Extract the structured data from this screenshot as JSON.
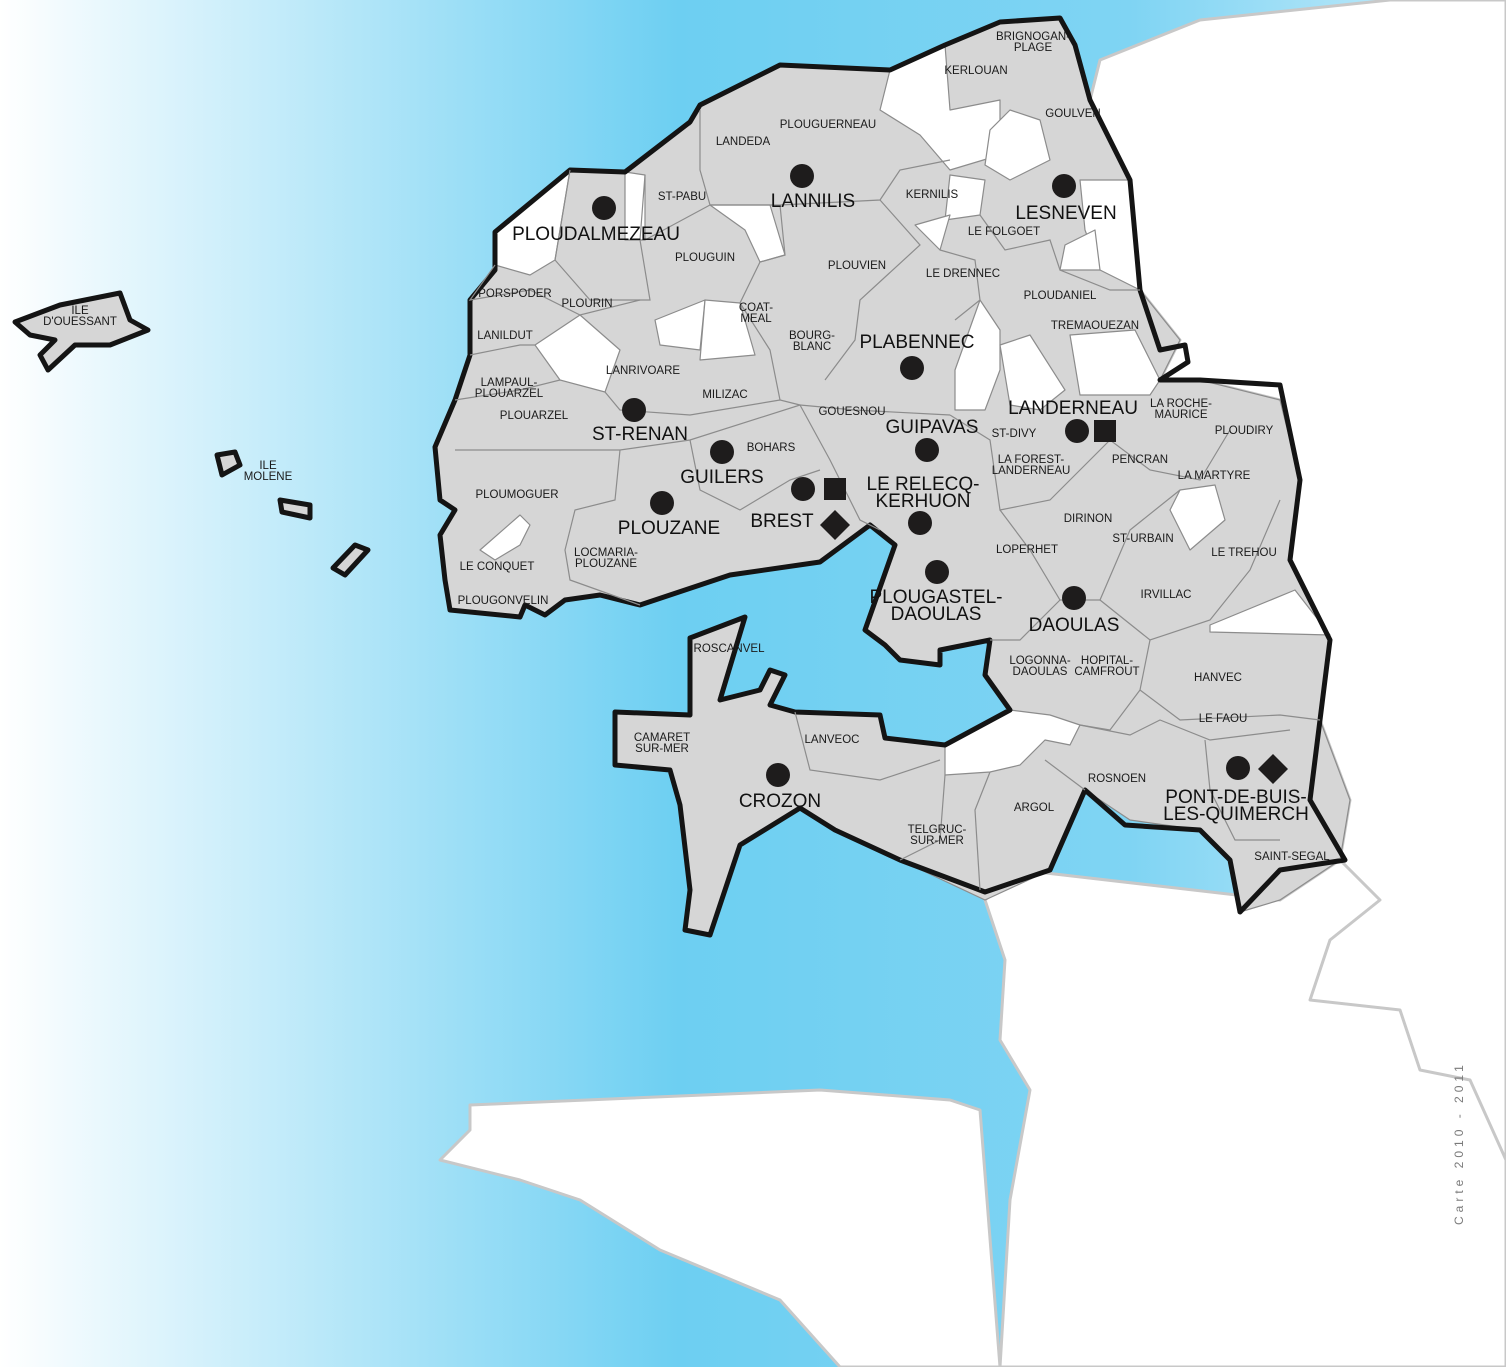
{
  "credit": "Carte 2010 - 2011",
  "colors": {
    "sea_light": "#ffffff",
    "sea_deep": "#6dcff2",
    "commune_fill": "#d6d6d6",
    "outline": "#141414",
    "marker": "#1e1c1c"
  },
  "communes": [
    {
      "name": "BRIGNOGAN-PLAGE",
      "lines": [
        "BRIGNOGAN-",
        "PLAGE"
      ],
      "size": "small"
    },
    {
      "name": "KERLOUAN",
      "lines": [
        "KERLOUAN"
      ],
      "size": "small"
    },
    {
      "name": "GOULVEN",
      "lines": [
        "GOULVEN"
      ],
      "size": "small"
    },
    {
      "name": "PLOUGUERNEAU",
      "lines": [
        "PLOUGUERNEAU"
      ],
      "size": "small"
    },
    {
      "name": "LANDEDA",
      "lines": [
        "LANDEDA"
      ],
      "size": "small"
    },
    {
      "name": "LANNILIS",
      "lines": [
        "LANNILIS"
      ],
      "size": "big",
      "marker": "circle"
    },
    {
      "name": "ST-PABU",
      "lines": [
        "ST-PABU"
      ],
      "size": "small"
    },
    {
      "name": "KERNILIS",
      "lines": [
        "KERNILIS"
      ],
      "size": "small"
    },
    {
      "name": "LESNEVEN",
      "lines": [
        "LESNEVEN"
      ],
      "size": "big",
      "marker": "circle"
    },
    {
      "name": "PLOUDALMEZEAU",
      "lines": [
        "PLOUDALMEZEAU"
      ],
      "size": "big",
      "marker": "circle"
    },
    {
      "name": "LE FOLGOET",
      "lines": [
        "LE FOLGOET"
      ],
      "size": "small"
    },
    {
      "name": "PLOUGUIN",
      "lines": [
        "PLOUGUIN"
      ],
      "size": "small"
    },
    {
      "name": "PLOUVIEN",
      "lines": [
        "PLOUVIEN"
      ],
      "size": "small"
    },
    {
      "name": "LE DRENNEC",
      "lines": [
        "LE DRENNEC"
      ],
      "size": "small"
    },
    {
      "name": "PORSPODER",
      "lines": [
        "PORSPODER"
      ],
      "size": "small"
    },
    {
      "name": "PLOURIN",
      "lines": [
        "PLOURIN"
      ],
      "size": "small"
    },
    {
      "name": "PLOUDANIEL",
      "lines": [
        "PLOUDANIEL"
      ],
      "size": "small"
    },
    {
      "name": "COAT-MEAL",
      "lines": [
        "COAT-",
        "MEAL"
      ],
      "size": "small"
    },
    {
      "name": "ILE D'OUESSANT",
      "lines": [
        "ILE",
        "D'OUESSANT"
      ],
      "size": "small"
    },
    {
      "name": "LANILDUT",
      "lines": [
        "LANILDUT"
      ],
      "size": "small"
    },
    {
      "name": "TREMAOUEZAN",
      "lines": [
        "TREMAOUEZAN"
      ],
      "size": "small"
    },
    {
      "name": "BOURG-BLANC",
      "lines": [
        "BOURG-",
        "BLANC"
      ],
      "size": "small"
    },
    {
      "name": "PLABENNEC",
      "lines": [
        "PLABENNEC"
      ],
      "size": "big",
      "marker": "circle"
    },
    {
      "name": "LANRIVOARE",
      "lines": [
        "LANRIVOARE"
      ],
      "size": "small"
    },
    {
      "name": "LAMPAUL-PLOUARZEL",
      "lines": [
        "LAMPAUL-",
        "PLOUARZEL"
      ],
      "size": "small"
    },
    {
      "name": "MILIZAC",
      "lines": [
        "MILIZAC"
      ],
      "size": "small"
    },
    {
      "name": "LANDERNEAU",
      "lines": [
        "LANDERNEAU"
      ],
      "size": "big",
      "marker": "circle-square"
    },
    {
      "name": "LA ROCHE-MAURICE",
      "lines": [
        "LA ROCHE-",
        "MAURICE"
      ],
      "size": "small"
    },
    {
      "name": "PLOUARZEL",
      "lines": [
        "PLOUARZEL"
      ],
      "size": "small"
    },
    {
      "name": "GOUESNOU",
      "lines": [
        "GOUESNOU"
      ],
      "size": "small"
    },
    {
      "name": "GUIPAVAS",
      "lines": [
        "GUIPAVAS"
      ],
      "size": "big",
      "marker": "circle"
    },
    {
      "name": "ST-DIVY",
      "lines": [
        "ST-DIVY"
      ],
      "size": "small"
    },
    {
      "name": "PLOUDIRY",
      "lines": [
        "PLOUDIRY"
      ],
      "size": "small"
    },
    {
      "name": "ST-RENAN",
      "lines": [
        "ST-RENAN"
      ],
      "size": "big",
      "marker": "circle"
    },
    {
      "name": "BOHARS",
      "lines": [
        "BOHARS"
      ],
      "size": "small"
    },
    {
      "name": "PENCRAN",
      "lines": [
        "PENCRAN"
      ],
      "size": "small"
    },
    {
      "name": "LA FOREST-LANDERNEAU",
      "lines": [
        "LA FOREST-",
        "LANDERNEAU"
      ],
      "size": "small"
    },
    {
      "name": "ILE MOLENE",
      "lines": [
        "ILE",
        "MOLENE"
      ],
      "size": "small"
    },
    {
      "name": "GUILERS",
      "lines": [
        "GUILERS"
      ],
      "size": "big",
      "marker": "circle"
    },
    {
      "name": "LE RELECQ-KERHUON",
      "lines": [
        "LE RELECQ-",
        "KERHUON"
      ],
      "size": "big",
      "marker": "circle"
    },
    {
      "name": "LA MARTYRE",
      "lines": [
        "LA MARTYRE"
      ],
      "size": "small"
    },
    {
      "name": "PLOUMOGUER",
      "lines": [
        "PLOUMOGUER"
      ],
      "size": "small"
    },
    {
      "name": "BREST",
      "lines": [
        "BREST"
      ],
      "size": "big",
      "marker": "circle-square-diamond"
    },
    {
      "name": "DIRINON",
      "lines": [
        "DIRINON"
      ],
      "size": "small"
    },
    {
      "name": "PLOUZANE",
      "lines": [
        "PLOUZANE"
      ],
      "size": "big",
      "marker": "circle"
    },
    {
      "name": "ST-URBAIN",
      "lines": [
        "ST-URBAIN"
      ],
      "size": "small"
    },
    {
      "name": "LOPERHET",
      "lines": [
        "LOPERHET"
      ],
      "size": "small"
    },
    {
      "name": "LE TREHOU",
      "lines": [
        "LE TREHOU"
      ],
      "size": "small"
    },
    {
      "name": "LOCMARIA-PLOUZANE",
      "lines": [
        "LOCMARIA-",
        "PLOUZANE"
      ],
      "size": "small"
    },
    {
      "name": "LE CONQUET",
      "lines": [
        "LE CONQUET"
      ],
      "size": "small"
    },
    {
      "name": "PLOUGASTEL-DAOULAS",
      "lines": [
        "PLOUGASTEL-",
        "DAOULAS"
      ],
      "size": "big",
      "marker": "circle"
    },
    {
      "name": "IRVILLAC",
      "lines": [
        "IRVILLAC"
      ],
      "size": "small"
    },
    {
      "name": "PLOUGONVELIN",
      "lines": [
        "PLOUGONVELIN"
      ],
      "size": "small"
    },
    {
      "name": "DAOULAS",
      "lines": [
        "DAOULAS"
      ],
      "size": "big",
      "marker": "circle"
    },
    {
      "name": "ROSCANVEL",
      "lines": [
        "ROSCANVEL"
      ],
      "size": "small"
    },
    {
      "name": "LOGONNA-DAOULAS",
      "lines": [
        "LOGONNA-",
        "DAOULAS"
      ],
      "size": "small"
    },
    {
      "name": "HOPITAL-CAMFROUT",
      "lines": [
        "HOPITAL-",
        "CAMFROUT"
      ],
      "size": "small"
    },
    {
      "name": "HANVEC",
      "lines": [
        "HANVEC"
      ],
      "size": "small"
    },
    {
      "name": "LE FAOU",
      "lines": [
        "LE FAOU"
      ],
      "size": "small"
    },
    {
      "name": "CAMARET-SUR-MER",
      "lines": [
        "CAMARET",
        "SUR-MER"
      ],
      "size": "small"
    },
    {
      "name": "LANVEOC",
      "lines": [
        "LANVEOC"
      ],
      "size": "small"
    },
    {
      "name": "CROZON",
      "lines": [
        "CROZON"
      ],
      "size": "big",
      "marker": "circle"
    },
    {
      "name": "ROSNOEN",
      "lines": [
        "ROSNOEN"
      ],
      "size": "small"
    },
    {
      "name": "PONT-DE-BUIS-LES-QUIMERCH",
      "lines": [
        "PONT-DE-BUIS-",
        "LES-QUIMERCH"
      ],
      "size": "big",
      "marker": "circle-diamond"
    },
    {
      "name": "ARGOL",
      "lines": [
        "ARGOL"
      ],
      "size": "small"
    },
    {
      "name": "TELGRUC-SUR-MER",
      "lines": [
        "TELGRUC-",
        "SUR-MER"
      ],
      "size": "small"
    },
    {
      "name": "SAINT-SEGAL",
      "lines": [
        "SAINT-SEGAL"
      ],
      "size": "small"
    }
  ]
}
